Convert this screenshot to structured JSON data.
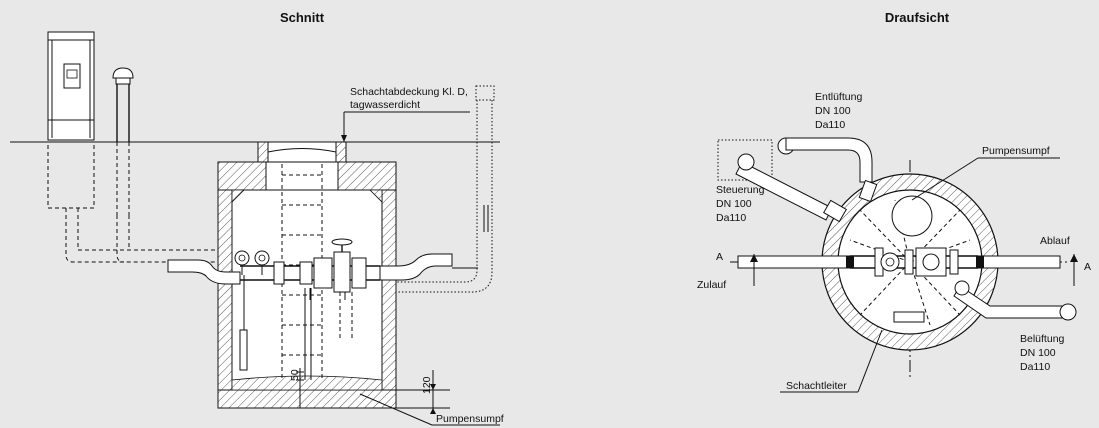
{
  "titles": {
    "section": "Schnitt",
    "plan": "Draufsicht"
  },
  "section_labels": {
    "cover": "Schachtabdeckung Kl. D,",
    "cover2": "tagwasserdicht",
    "sump": "Pumpensumpf",
    "dim_50": "50",
    "dim_120": "120"
  },
  "plan_labels": {
    "vent_line1": "Entlüftung",
    "vent_line2": "DN 100",
    "vent_line3": "Da110",
    "sump": "Pumpensumpf",
    "control_line1": "Steuerung",
    "control_line2": "DN 100",
    "control_line3": "Da110",
    "outlet": "Ablauf",
    "section_mark_left": "A",
    "section_mark_right": "A",
    "inlet": "Zulauf",
    "aeration_line1": "Belüftung",
    "aeration_line2": "DN 100",
    "aeration_line3": "Da110",
    "ladder": "Schachtleiter"
  },
  "colors": {
    "background": "#e8e8e8",
    "line": "#111111",
    "fill": "#ffffff"
  }
}
